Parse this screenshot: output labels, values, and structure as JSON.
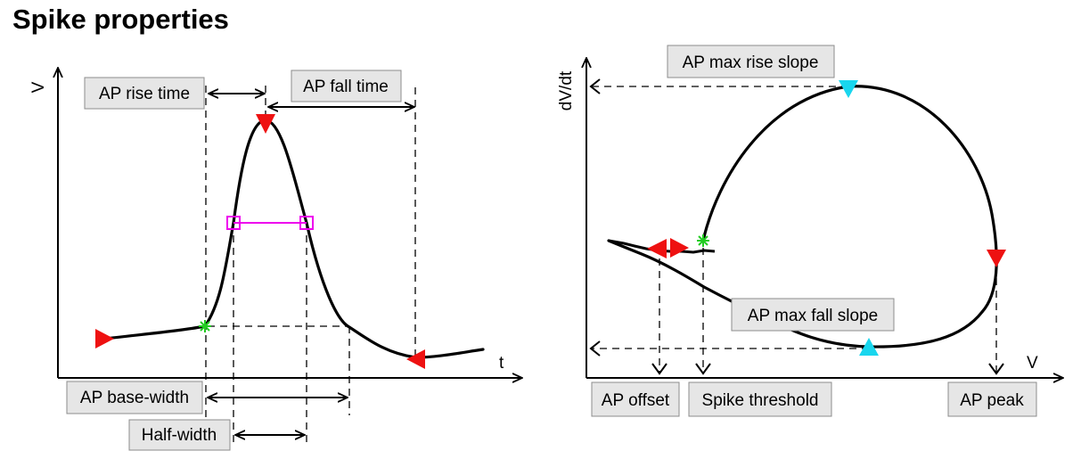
{
  "title": "Spike properties",
  "left_plot": {
    "y_axis_label": "V",
    "x_axis_label": "t",
    "labels": {
      "rise_time": "AP rise time",
      "fall_time": "AP fall time",
      "base_width": "AP base-width",
      "half_width": "Half-width"
    }
  },
  "right_plot": {
    "y_axis_label": "dV/dt",
    "x_axis_label": "V",
    "labels": {
      "max_rise_slope": "AP max rise slope",
      "max_fall_slope": "AP max fall slope",
      "offset": "AP offset",
      "threshold": "Spike threshold",
      "peak": "AP peak"
    }
  },
  "colors": {
    "marker_red": "#ee1111",
    "marker_cyan": "#19d6ee",
    "threshold_star": "#22cc22",
    "half_width_magenta": "#ee00ee"
  }
}
